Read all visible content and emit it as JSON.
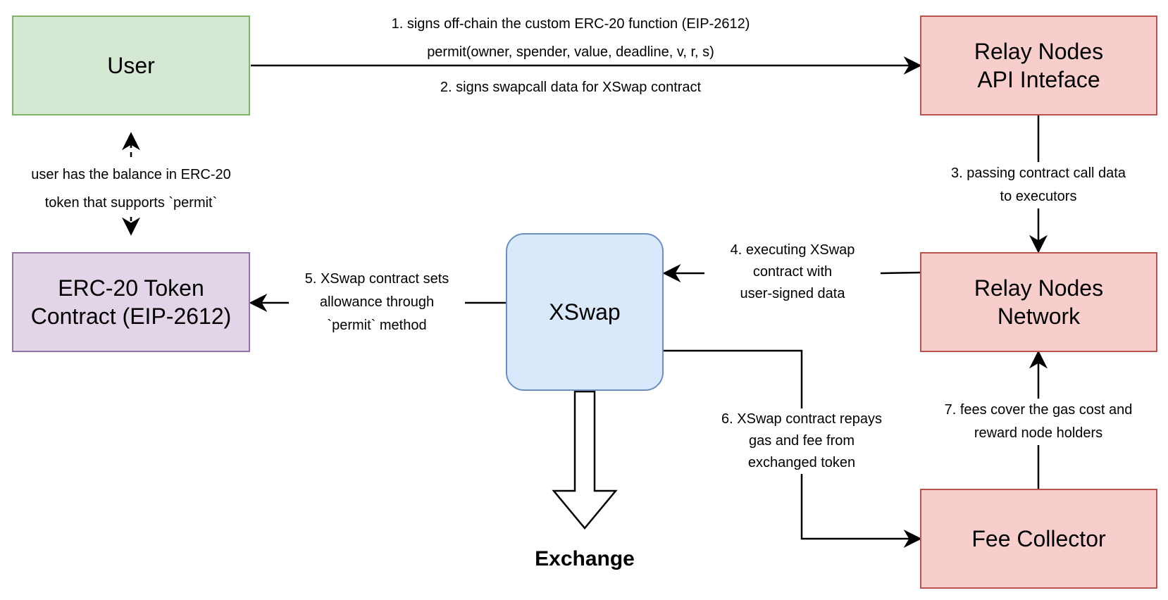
{
  "nodes": {
    "user": "User",
    "relay_api": "Relay Nodes\nAPI Inteface",
    "erc20": "ERC-20 Token\nContract (EIP-2612)",
    "xswap": "XSwap",
    "relay_network": "Relay Nodes\nNetwork",
    "fee_collector": "Fee Collector",
    "exchange": "Exchange"
  },
  "edges": {
    "e1_line1": "1. signs off-chain the custom ERC-20 function (EIP-2612)",
    "e1_line2": "permit(owner, spender, value, deadline, v, r, s)",
    "e2": "2. signs swapcall data for XSwap contract",
    "balance": "user has the balance in ERC-20\ntoken that supports `permit`",
    "e3": "3. passing contract call data\nto executors",
    "e4": "4. executing XSwap\ncontract with\nuser-signed data",
    "e5": "5. XSwap contract sets\nallowance through\n`permit` method",
    "e6": "6. XSwap contract repays\ngas and fee from\nexchanged token",
    "e7": "7. fees cover the gas cost and\nreward node holders"
  },
  "colors": {
    "green_fill": "#d5e8d4",
    "green_stroke": "#82b366",
    "red_fill": "#f8cecc",
    "red_stroke": "#b85450",
    "purple_fill": "#e1d5e7",
    "purple_stroke": "#9673a6",
    "blue_fill": "#dae8fc",
    "blue_stroke": "#6c8ebf"
  }
}
